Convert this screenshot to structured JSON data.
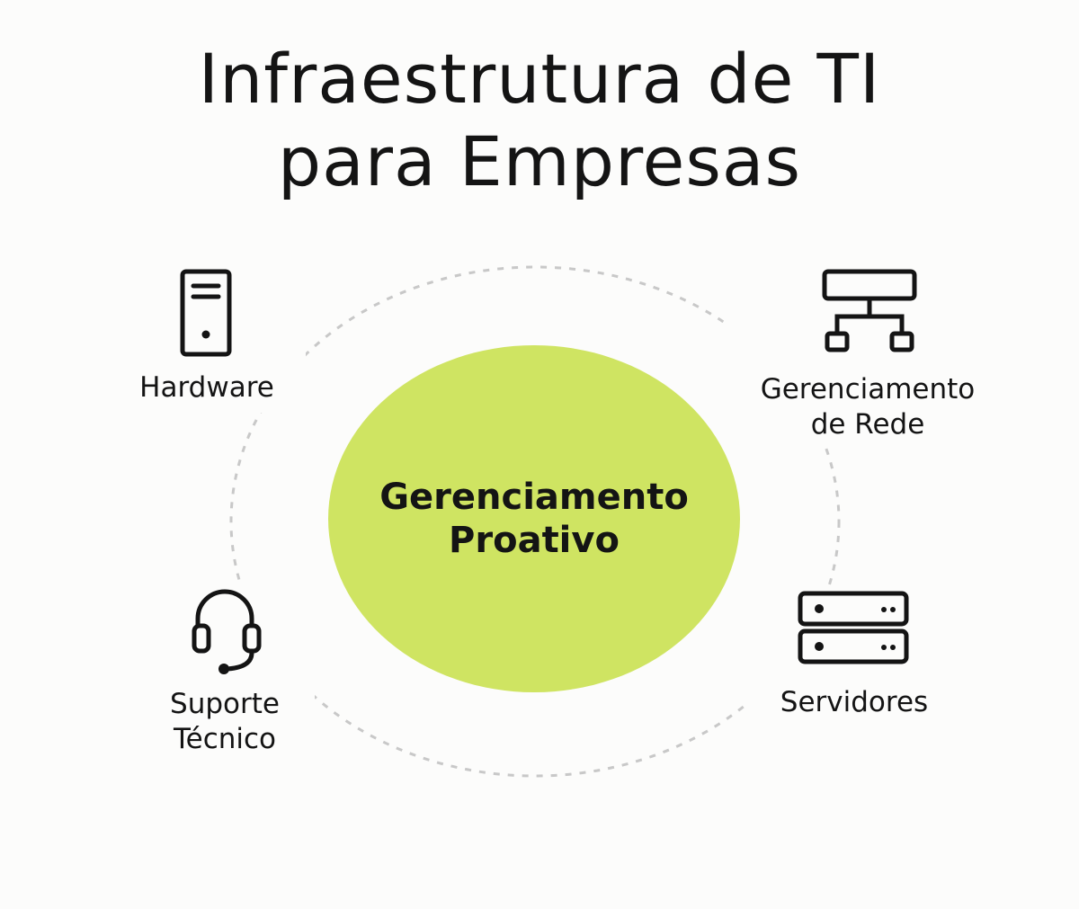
{
  "title": {
    "line1": "Infraestrutura de TI",
    "line2": "para Empresas"
  },
  "center": {
    "line1": "Gerenciamento",
    "line2": "Proativo",
    "color": "#cfe462"
  },
  "nodes": {
    "hardware": {
      "label": "Hardware",
      "icon": "computer-tower-icon"
    },
    "network": {
      "line1": "Gerenciamento",
      "line2": "de Rede",
      "icon": "network-diagram-icon"
    },
    "support": {
      "line1": "Suporte",
      "line2": "Técnico",
      "icon": "headset-icon"
    },
    "servers": {
      "label": "Servidores",
      "icon": "server-rack-icon"
    }
  },
  "colors": {
    "ring": "#c8c8c8",
    "ink": "#141414"
  }
}
